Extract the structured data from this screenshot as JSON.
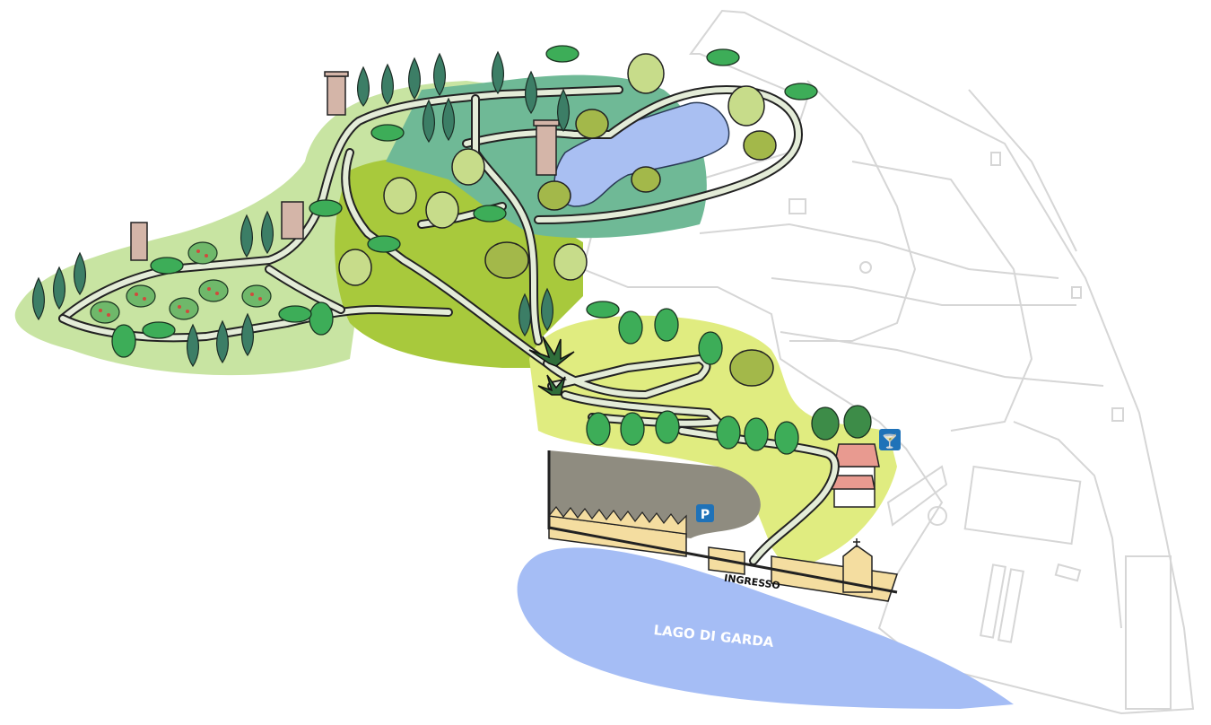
{
  "labels": {
    "lake": "LAGO DI GARDA",
    "entrance": "INGRESSO"
  },
  "icons": {
    "parking": "P",
    "bar": "🍸"
  },
  "colors": {
    "lake": "#a5bdf5",
    "pond": "#a9bff2",
    "zone_light": "#c8e4a2",
    "zone_mid": "#a8c93c",
    "zone_dark": "#6fb996",
    "zone_yellow": "#e0ec80",
    "parking": "#8f8c80",
    "wall": "#f4dda0",
    "icon_blue": "#1f72b8"
  }
}
